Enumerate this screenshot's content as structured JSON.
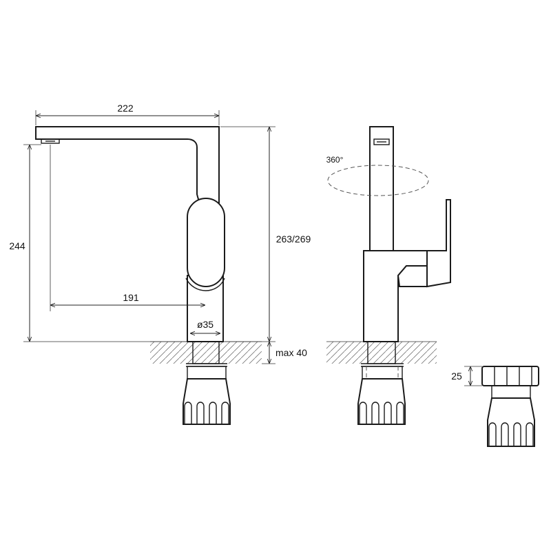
{
  "drawing": {
    "dim_spout_length": "222",
    "dim_spout_height": "244",
    "dim_total_height": "263/269",
    "dim_reach": "191",
    "dim_diameter": "ø35",
    "dim_max_thickness": "max 40",
    "rotation_label": "360°",
    "dim_nut_height": "25"
  }
}
